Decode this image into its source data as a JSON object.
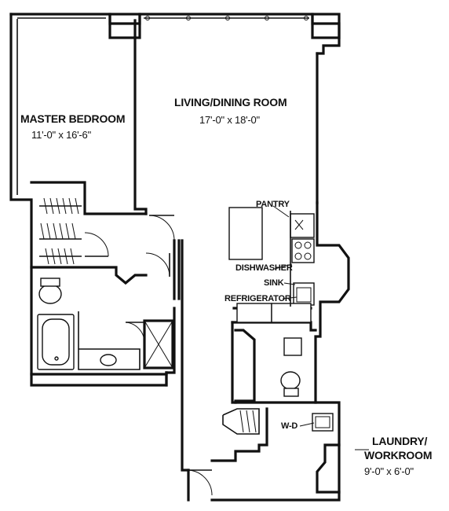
{
  "rooms": {
    "master_bedroom": {
      "name": "MASTER BEDROOM",
      "dims": "11'-0\" x 16'-6\""
    },
    "living_dining": {
      "name": "LIVING/DINING ROOM",
      "dims": "17'-0\" x 18'-0\""
    },
    "laundry": {
      "name_line1": "LAUNDRY/",
      "name_line2": "WORKROOM",
      "dims": "9'-0\" x 6'-0\""
    }
  },
  "fixtures": {
    "pantry": "PANTRY",
    "dishwasher": "DISHWASHER",
    "sink": "SINK",
    "refrigerator": "REFRIGERATOR",
    "washer_dryer": "W-D"
  }
}
